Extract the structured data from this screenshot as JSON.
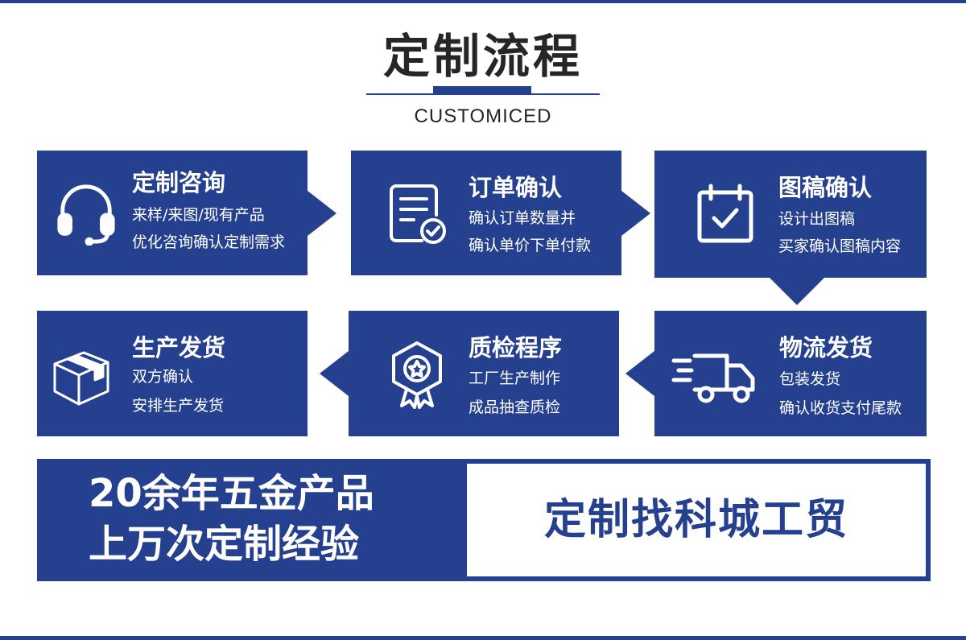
{
  "header": {
    "title": "定制流程",
    "subtitle": "CUSTOMICED"
  },
  "steps": [
    {
      "title": "定制咨询",
      "lines": [
        "来样/来图/现有产品",
        "优化咨询确认定制需求"
      ],
      "icon": "headset-icon"
    },
    {
      "title": "订单确认",
      "lines": [
        "确认订单数量并",
        "确认单价下单付款"
      ],
      "icon": "order-document-check-icon"
    },
    {
      "title": "图稿确认",
      "lines": [
        "设计出图稿",
        "买家确认图稿内容"
      ],
      "icon": "calendar-check-icon"
    },
    {
      "title": "物流发货",
      "lines": [
        "包装发货",
        "确认收货支付尾款"
      ],
      "icon": "delivery-truck-icon"
    },
    {
      "title": "质检程序",
      "lines": [
        "工厂生产制作",
        "成品抽查质检"
      ],
      "icon": "quality-badge-icon"
    },
    {
      "title": "生产发货",
      "lines": [
        "双方确认",
        "安排生产发货"
      ],
      "icon": "package-box-icon"
    }
  ],
  "banner": {
    "left_lines": [
      "20余年五金产品",
      "上万次定制经验"
    ],
    "right_text": "定制找科城工贸"
  },
  "colors": {
    "primary": "#24408e",
    "text_dark": "#262626",
    "background": "#ffffff"
  }
}
